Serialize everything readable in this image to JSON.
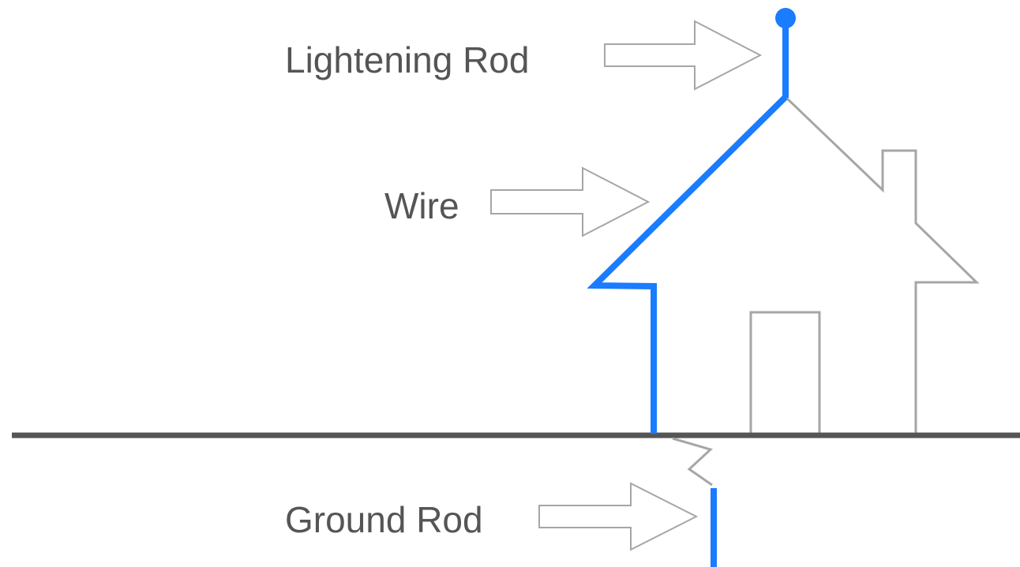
{
  "labels": {
    "lightning_rod": "Lightening Rod",
    "wire": "Wire",
    "ground_rod": "Ground Rod"
  },
  "colors": {
    "wire_blue": "#1a7cff",
    "house_outline": "#a6a6a6",
    "ground_line": "#555555",
    "arrow_outline": "#a6a6a6",
    "label_text": "#555555"
  }
}
